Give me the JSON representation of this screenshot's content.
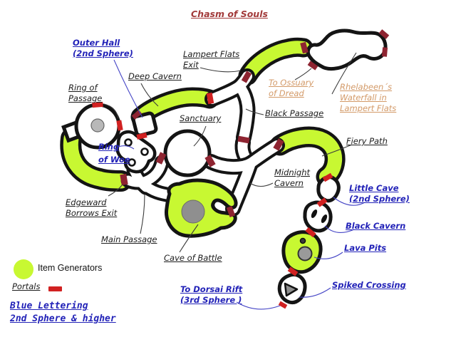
{
  "title": "Chasm of Souls",
  "map": {
    "labels": {
      "outer_hall": "Outer Hall\n(2nd Sphere)",
      "lampert_flats_exit": "Lampert Flats\nExit",
      "deep_cavern": "Deep Cavern",
      "ring_of_passage": "Ring of\nPassage",
      "sanctuary": "Sanctuary",
      "black_passage": "Black Passage",
      "to_ossuary": "To Ossuary\nof Dread",
      "rhelabeen": "Rhelabeen´s\nWaterfall in\nLampert Flats",
      "ring_of_woe": "Ring\nof Woe",
      "fiery_path": "Fiery Path",
      "midnight_cavern": "Midnight\nCavern",
      "little_cave": "Little Cave\n(2nd Sphere)",
      "edgeward": "Edgeward\nBorrows Exit",
      "black_cavern": "Black Cavern",
      "main_passage": "Main Passage",
      "cave_of_battle": "Cave of Battle",
      "lava_pits": "Lava Pits",
      "to_dorsai": "To Dorsai Rift\n(3rd Sphere )",
      "spiked_crossing": "Spiked Crossing"
    }
  },
  "legend": {
    "item_generators": "Item Generators",
    "portals": "Portals",
    "note": "Blue Lettering\n2nd Sphere & higher"
  },
  "colors": {
    "item_generator_green": "#c8f832",
    "portal_red": "#d12121",
    "portal_dark_red": "#8e2431",
    "blue_lettering": "#2323b8",
    "orange_lettering": "#d39a68",
    "title_red": "#a23a3a"
  }
}
